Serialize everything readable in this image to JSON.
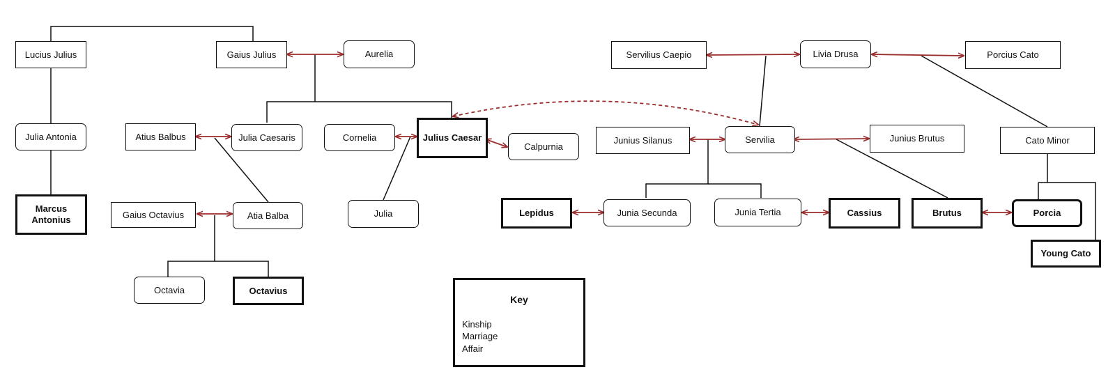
{
  "people": {
    "lucius_julius": "Lucius Julius",
    "gaius_julius": "Gaius Julius",
    "aurelia": "Aurelia",
    "servilius_caepio": "Servilius Caepio",
    "livia_drusa": "Livia Drusa",
    "porcius_cato": "Porcius Cato",
    "julia_antonia": "Julia Antonia",
    "atius_balbus": "Atius Balbus",
    "julia_caesaris": "Julia Caesaris",
    "cornelia": "Cornelia",
    "julius_caesar": "Julius Caesar",
    "calpurnia": "Calpurnia",
    "junius_silanus": "Junius Silanus",
    "servilia": "Servilia",
    "junius_brutus": "Junius Brutus",
    "cato_minor": "Cato Minor",
    "marcus_antonius": "Marcus Antonius",
    "gaius_octavius": "Gaius Octavius",
    "atia_balba": "Atia Balba",
    "julia": "Julia",
    "lepidus": "Lepidus",
    "junia_secunda": "Junia Secunda",
    "junia_tertia": "Junia Tertia",
    "cassius": "Cassius",
    "brutus": "Brutus",
    "porcia": "Porcia",
    "young_cato": "Young Cato",
    "octavia": "Octavia",
    "octavius": "Octavius"
  },
  "key": {
    "title": "Key",
    "kinship": "Kinship",
    "marriage": "Marriage",
    "affair": "Affair"
  },
  "colors": {
    "kinship_line": "#111111",
    "marriage_arrow": "#9b2c2c",
    "affair_arrow": "#9b2c2c"
  }
}
